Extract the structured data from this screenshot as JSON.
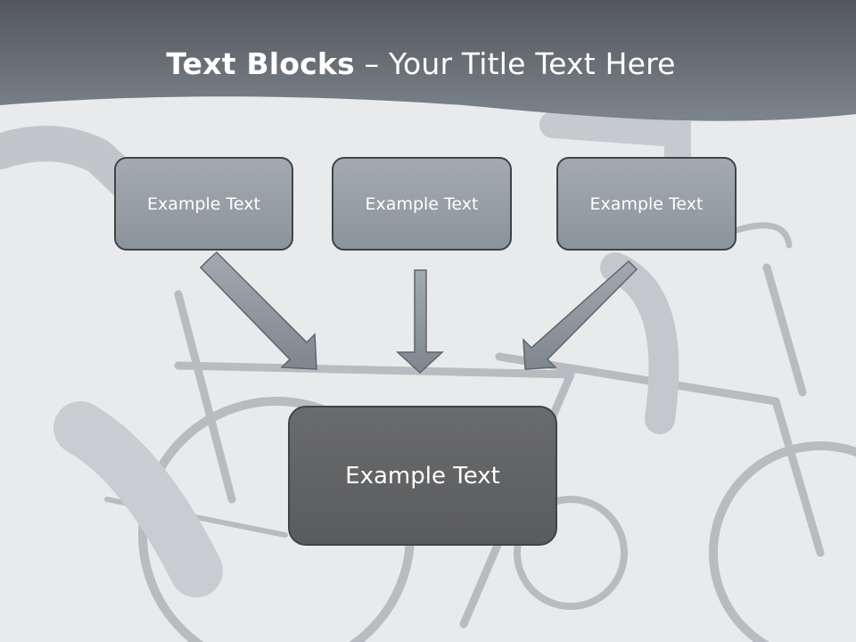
{
  "title": {
    "bold": "Text Blocks",
    "separator": " – ",
    "rest": "Your Title Text Here"
  },
  "blocks": [
    {
      "label": "Example Text"
    },
    {
      "label": "Example Text"
    },
    {
      "label": "Example Text"
    }
  ],
  "main_block": {
    "label": "Example Text"
  },
  "colors": {
    "header": "#5d6268",
    "block_fill": "#979ea6",
    "main_fill": "#626365",
    "arrow_fill": "#8e959c",
    "background": "#e9eaec"
  }
}
